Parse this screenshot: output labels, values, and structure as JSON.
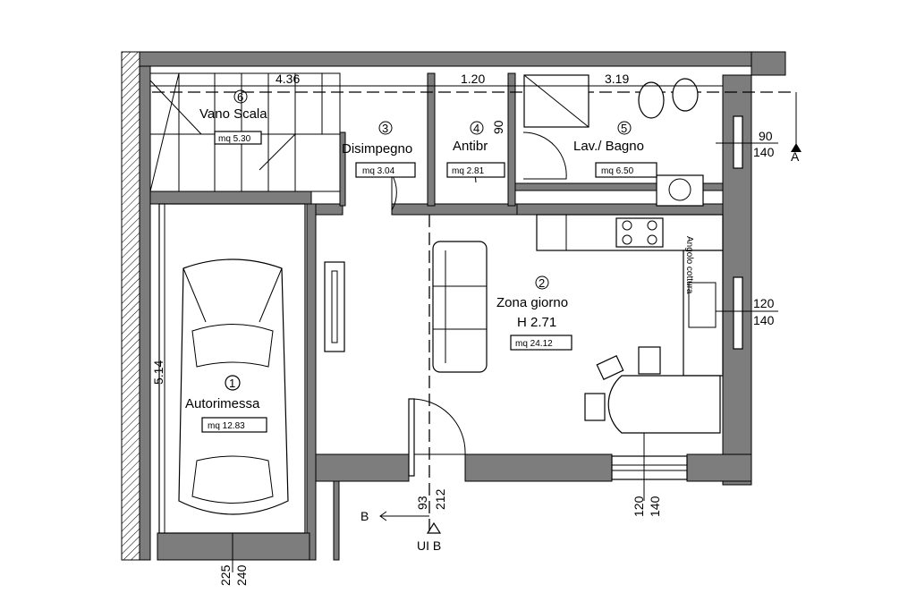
{
  "rooms": [
    {
      "num": "1",
      "name": "Autorimessa",
      "area": "mq 12.83"
    },
    {
      "num": "2",
      "name": "Zona giorno",
      "height": "H 2.71",
      "area": "mq 24.12"
    },
    {
      "num": "3",
      "name": "Disimpegno",
      "area": "mq 3.04"
    },
    {
      "num": "4",
      "name": "Antibr",
      "area": "mq 2.81"
    },
    {
      "num": "5",
      "name": "Lav./ Bagno",
      "area": "mq 6.50"
    },
    {
      "num": "6",
      "name": "Vano Scala",
      "area": "mq 5.30"
    }
  ],
  "labels": {
    "angolo_cottura": "Angolo cottura"
  },
  "dimensions": {
    "top": [
      "4.36",
      "1.20",
      "3.19"
    ],
    "left": "5.14",
    "antibr_side": "90",
    "window_right_top": [
      "90",
      "140"
    ],
    "window_right_mid": [
      "120",
      "140"
    ],
    "window_bottom": [
      "120",
      "140"
    ],
    "door_bottom": [
      "93",
      "212"
    ],
    "garage_door": [
      "225",
      "240"
    ]
  },
  "sections": {
    "a": "A",
    "b": "B",
    "ui": "UI B"
  }
}
